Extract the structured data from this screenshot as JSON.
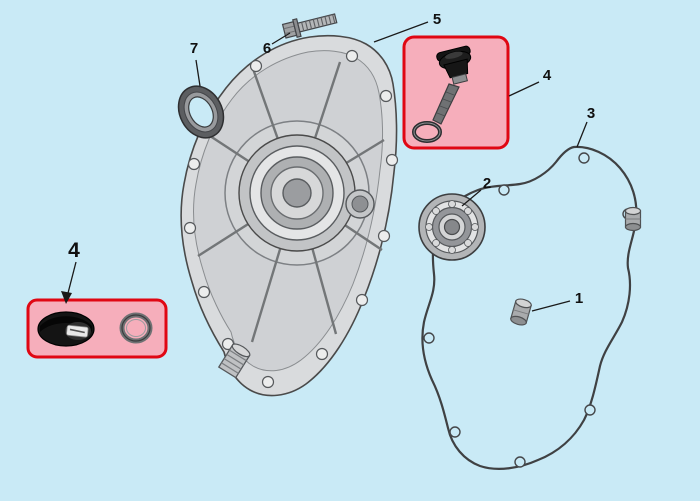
{
  "diagram": {
    "name": "engine-crankcase-side-cover-exploded-parts-diagram",
    "background_color": "#c9eaf6",
    "highlight": {
      "fill": "#f6aebb",
      "border": "#e00713"
    },
    "callouts": {
      "part1": "1",
      "part2": "2",
      "part3": "3",
      "part4_top": "4",
      "part4_left": "4",
      "part5": "5",
      "part6": "6",
      "part7": "7"
    },
    "parts": {
      "1": "dowel-pin",
      "2": "ball-bearing",
      "3": "cover-gasket",
      "4": "oil-filler-cap-with-o-ring",
      "5": "crankcase-side-cover",
      "6": "flange-bolt",
      "7": "oil-seal"
    }
  }
}
